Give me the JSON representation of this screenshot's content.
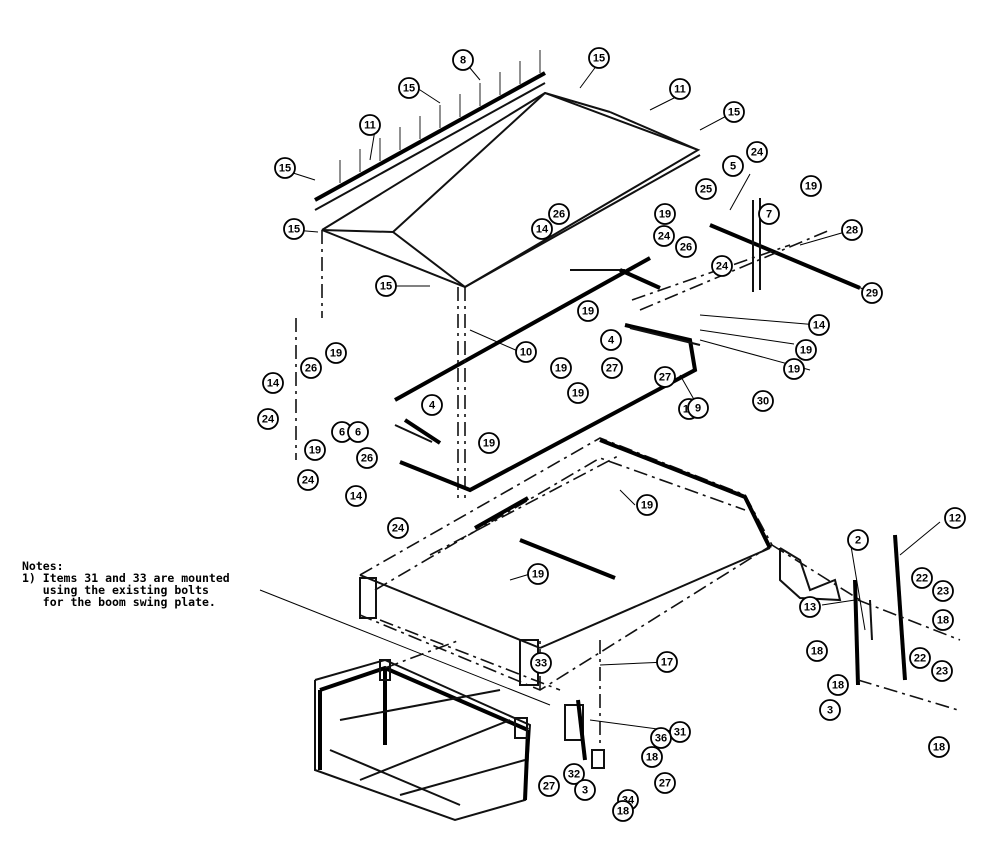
{
  "notes": {
    "heading": "Notes:",
    "line1": "1) Items 31 and 33 are mounted",
    "line2": "   using the existing bolts",
    "line3": "   for the boom swing plate."
  },
  "balloons": [
    "15",
    "11",
    "15",
    "8",
    "15",
    "11",
    "15",
    "5",
    "24",
    "19",
    "25",
    "7",
    "26",
    "19",
    "14",
    "24",
    "15",
    "15",
    "28",
    "26",
    "24",
    "29",
    "19",
    "14",
    "4",
    "19",
    "19",
    "27",
    "19",
    "27",
    "30",
    "19",
    "10",
    "19",
    "9",
    "19",
    "6",
    "14",
    "26",
    "24",
    "19",
    "6",
    "4",
    "19",
    "26",
    "24",
    "14",
    "24",
    "19",
    "12",
    "19",
    "2",
    "22",
    "23",
    "13",
    "18",
    "18",
    "33",
    "17",
    "22",
    "23",
    "31",
    "18",
    "36",
    "18",
    "3",
    "18",
    "27",
    "32",
    "3",
    "27",
    "34",
    "18"
  ]
}
